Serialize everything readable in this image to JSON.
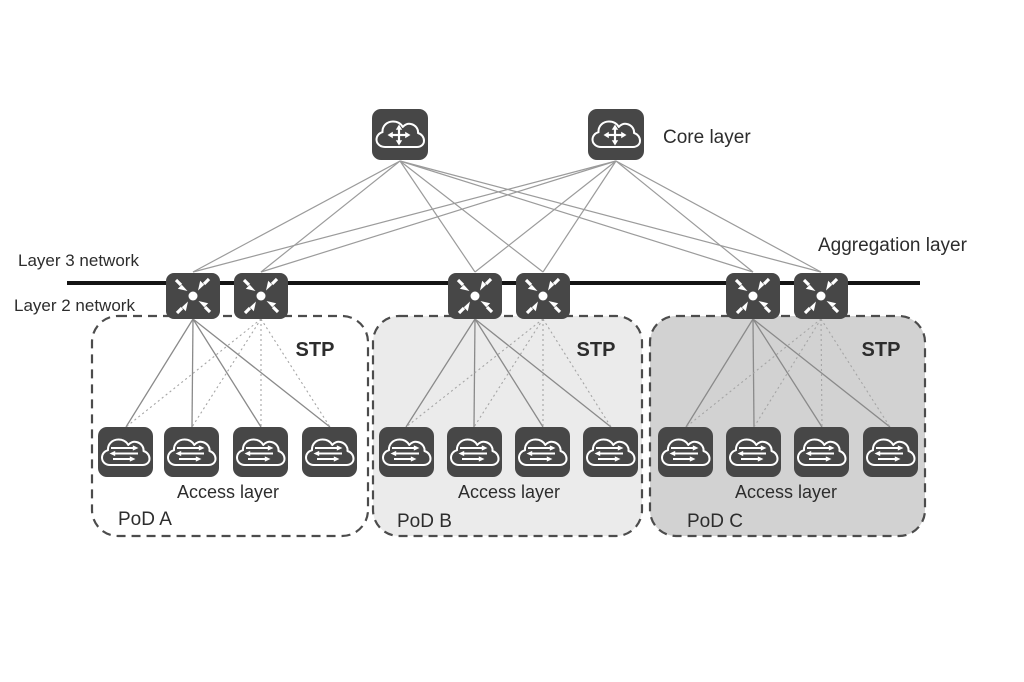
{
  "diagram": {
    "title_labels": {
      "core_layer": "Core layer",
      "aggregation_layer": "Aggregation layer",
      "layer3_network": "Layer 3 network",
      "layer2_network": "Layer 2 network"
    },
    "pods": [
      {
        "name": "PoD A",
        "stp_label": "STP",
        "access_label": "Access layer",
        "access_switch_count": 4
      },
      {
        "name": "PoD B",
        "stp_label": "STP",
        "access_label": "Access layer",
        "access_switch_count": 4
      },
      {
        "name": "PoD C",
        "stp_label": "STP",
        "access_label": "Access layer",
        "access_switch_count": 4
      }
    ],
    "structure": {
      "core_routers": 2,
      "aggregation_switches": 6,
      "aggregation_switches_per_pod": 2,
      "link_styles": {
        "core_to_aggregation": "solid",
        "active_downlink": "solid",
        "stp_blocked_downlink": "dotted"
      }
    },
    "icons": {
      "core": "router-cloud-icon",
      "aggregation": "switch-converge-icon",
      "access": "switch-cloud-icon"
    },
    "colors": {
      "node_fill": "#474747",
      "node_glyph": "#ffffff",
      "pod_a_fill": "#ffffff",
      "pod_b_fill": "#ebebeb",
      "pod_c_fill": "#d2d2d2",
      "dashed_border": "#4c4c4c",
      "solid_link": "#8a8a8a",
      "blocked_link": "#a5a5a5",
      "layer_boundary_line": "#141414",
      "text": "#2d2d2d"
    }
  }
}
